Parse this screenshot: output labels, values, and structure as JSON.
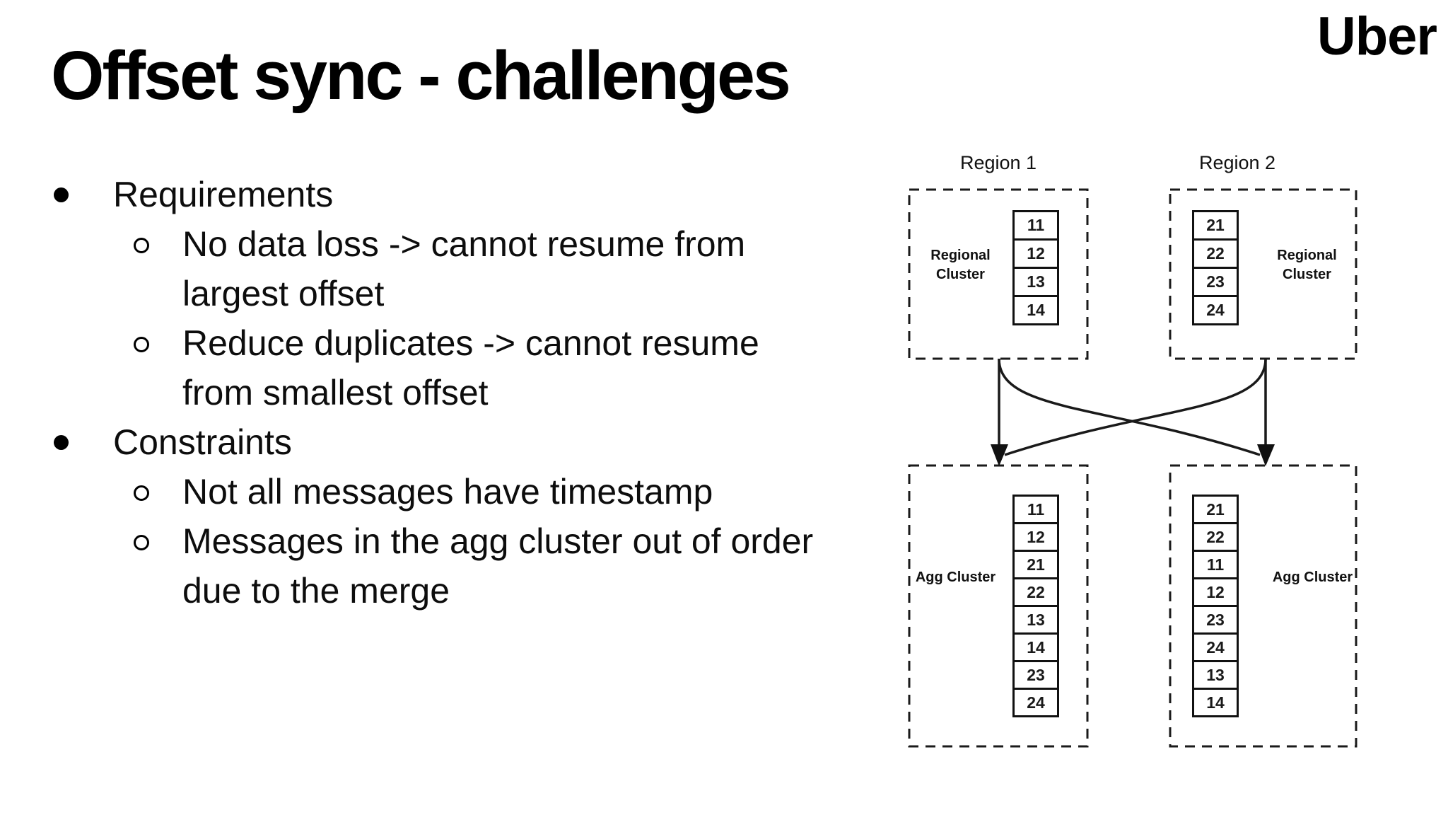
{
  "slide": {
    "title": "Offset sync - challenges",
    "brand": "Uber"
  },
  "bullets": [
    {
      "level": 1,
      "marker": "filled-circle",
      "lines": [
        "Requirements"
      ]
    },
    {
      "level": 2,
      "marker": "open-circle",
      "lines": [
        "No data loss -> cannot resume from",
        "largest offset"
      ]
    },
    {
      "level": 2,
      "marker": "open-circle",
      "lines": [
        "Reduce duplicates -> cannot resume",
        "from smallest offset"
      ]
    },
    {
      "level": 1,
      "marker": "filled-circle",
      "lines": [
        "Constraints"
      ]
    },
    {
      "level": 2,
      "marker": "open-circle",
      "lines": [
        "Not all messages have timestamp"
      ]
    },
    {
      "level": 2,
      "marker": "open-circle",
      "lines": [
        "Messages in the agg cluster out of order",
        "due to the merge"
      ]
    }
  ],
  "diagram": {
    "region1": {
      "title": "Region 1",
      "label": "Regional Cluster",
      "cells": [
        "11",
        "12",
        "13",
        "14"
      ]
    },
    "region2": {
      "title": "Region 2",
      "label": "Regional Cluster",
      "cells": [
        "21",
        "22",
        "23",
        "24"
      ]
    },
    "agg_left": {
      "label": "Agg Cluster",
      "cells": [
        "11",
        "12",
        "21",
        "22",
        "13",
        "14",
        "23",
        "24"
      ]
    },
    "agg_right": {
      "label": "Agg Cluster",
      "cells": [
        "21",
        "22",
        "11",
        "12",
        "23",
        "24",
        "13",
        "14"
      ]
    }
  },
  "colors": {
    "background": "#ffffff",
    "text": "#0d0d0d",
    "line": "#1a1a1a"
  }
}
